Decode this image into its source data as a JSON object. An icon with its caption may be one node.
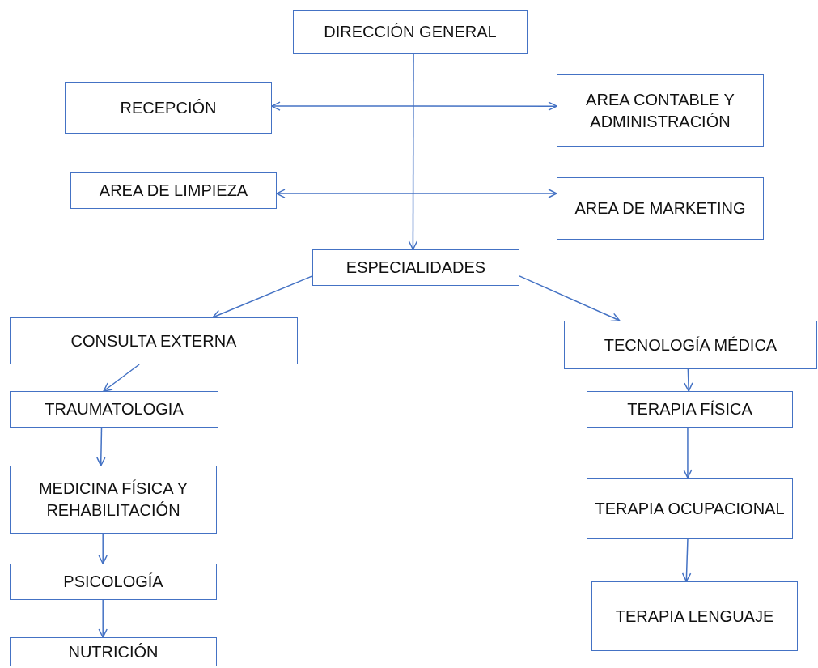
{
  "diagram": {
    "nodes": [
      {
        "text": [
          "DIRECCIÓN GENERAL"
        ]
      },
      {
        "text": [
          "RECEPCIÓN"
        ]
      },
      {
        "text": [
          "AREA CONTABLE Y ADMINISTRACIÓN"
        ]
      },
      {
        "text": [
          "AREA DE LIMPIEZA"
        ]
      },
      {
        "text": [
          "AREA DE MARKETING"
        ]
      },
      {
        "text": [
          "ESPECIALIDADES"
        ]
      },
      {
        "text": [
          "CONSULTA EXTERNA"
        ]
      },
      {
        "text": [
          "TRAUMATOLOGIA"
        ]
      },
      {
        "text": [
          "MEDICINA FÍSICA Y REHABILITACIÓN"
        ]
      },
      {
        "text": [
          "PSICOLOGÍA"
        ]
      },
      {
        "text": [
          "NUTRICIÓN"
        ]
      },
      {
        "text": [
          "TECNOLOGÍA MÉDICA"
        ]
      },
      {
        "text": [
          "TERAPIA FÍSICA"
        ]
      },
      {
        "text": [
          "TERAPIA OCUPACIONAL"
        ]
      },
      {
        "text": [
          "TERAPIA LENGUAJE"
        ]
      }
    ],
    "edges": [
      {
        "from": 0,
        "to": 5,
        "arrow": "to"
      },
      {
        "from": 1,
        "to": 2,
        "arrow": "both"
      },
      {
        "from": 3,
        "to": 4,
        "arrow": "both"
      },
      {
        "from": 5,
        "to": 6,
        "arrow": "to"
      },
      {
        "from": 5,
        "to": 11,
        "arrow": "to"
      },
      {
        "from": 6,
        "to": 7,
        "arrow": "to"
      },
      {
        "from": 7,
        "to": 8,
        "arrow": "to"
      },
      {
        "from": 8,
        "to": 9,
        "arrow": "to"
      },
      {
        "from": 9,
        "to": 10,
        "arrow": "to"
      },
      {
        "from": 11,
        "to": 12,
        "arrow": "to"
      },
      {
        "from": 12,
        "to": 13,
        "arrow": "to"
      },
      {
        "from": 13,
        "to": 14,
        "arrow": "to"
      }
    ]
  }
}
